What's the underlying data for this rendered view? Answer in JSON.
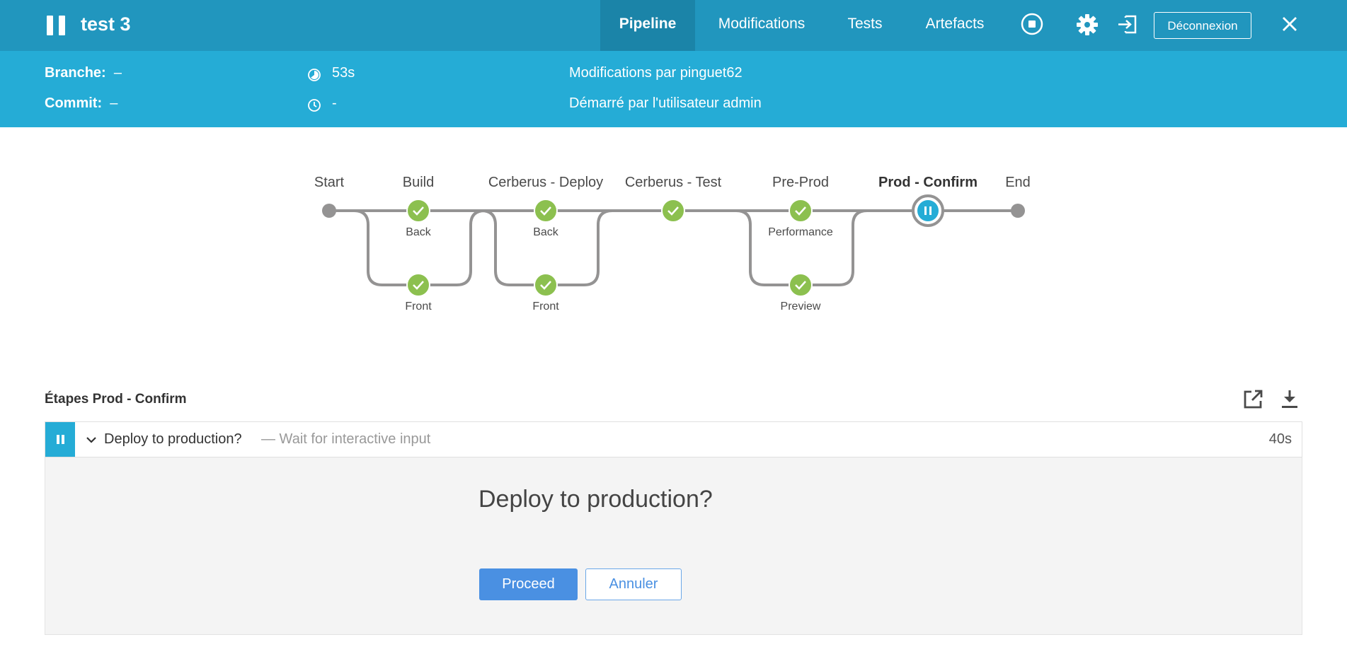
{
  "header": {
    "run_name": "test 3",
    "tabs": [
      {
        "label": "Pipeline",
        "active": true
      },
      {
        "label": "Modifications",
        "active": false
      },
      {
        "label": "Tests",
        "active": false
      },
      {
        "label": "Artefacts",
        "active": false
      }
    ],
    "logout_label": "Déconnexion",
    "icons": [
      "stop-icon",
      "gear-icon",
      "exit-icon",
      "close-icon"
    ]
  },
  "info": {
    "branch_label": "Branche:",
    "branch_value": "–",
    "commit_label": "Commit:",
    "commit_value": "–",
    "duration": "53s",
    "started": "-",
    "changes": "Modifications par pinguet62",
    "cause": "Démarré par l'utilisateur admin"
  },
  "pipeline": {
    "stages": [
      {
        "name": "Start",
        "bold": false
      },
      {
        "name": "Build",
        "bold": false
      },
      {
        "name": "Cerberus - Deploy",
        "bold": false
      },
      {
        "name": "Cerberus - Test",
        "bold": false
      },
      {
        "name": "Pre-Prod",
        "bold": false
      },
      {
        "name": "Prod - Confirm",
        "bold": true
      },
      {
        "name": "End",
        "bold": false
      }
    ],
    "branches": {
      "build_top": "Back",
      "build_bottom": "Front",
      "deploy_top": "Back",
      "deploy_bottom": "Front",
      "preprod_top": "Performance",
      "preprod_bottom": "Preview"
    },
    "colors": {
      "success": "#8cc04f",
      "paused": "#25acd6",
      "line": "#949393"
    }
  },
  "steps": {
    "title": "Étapes Prod - Confirm",
    "row": {
      "name": "Deploy to production?",
      "description": "— Wait for interactive input",
      "duration": "40s"
    },
    "input": {
      "message": "Deploy to production?",
      "proceed_label": "Proceed",
      "cancel_label": "Annuler"
    }
  }
}
